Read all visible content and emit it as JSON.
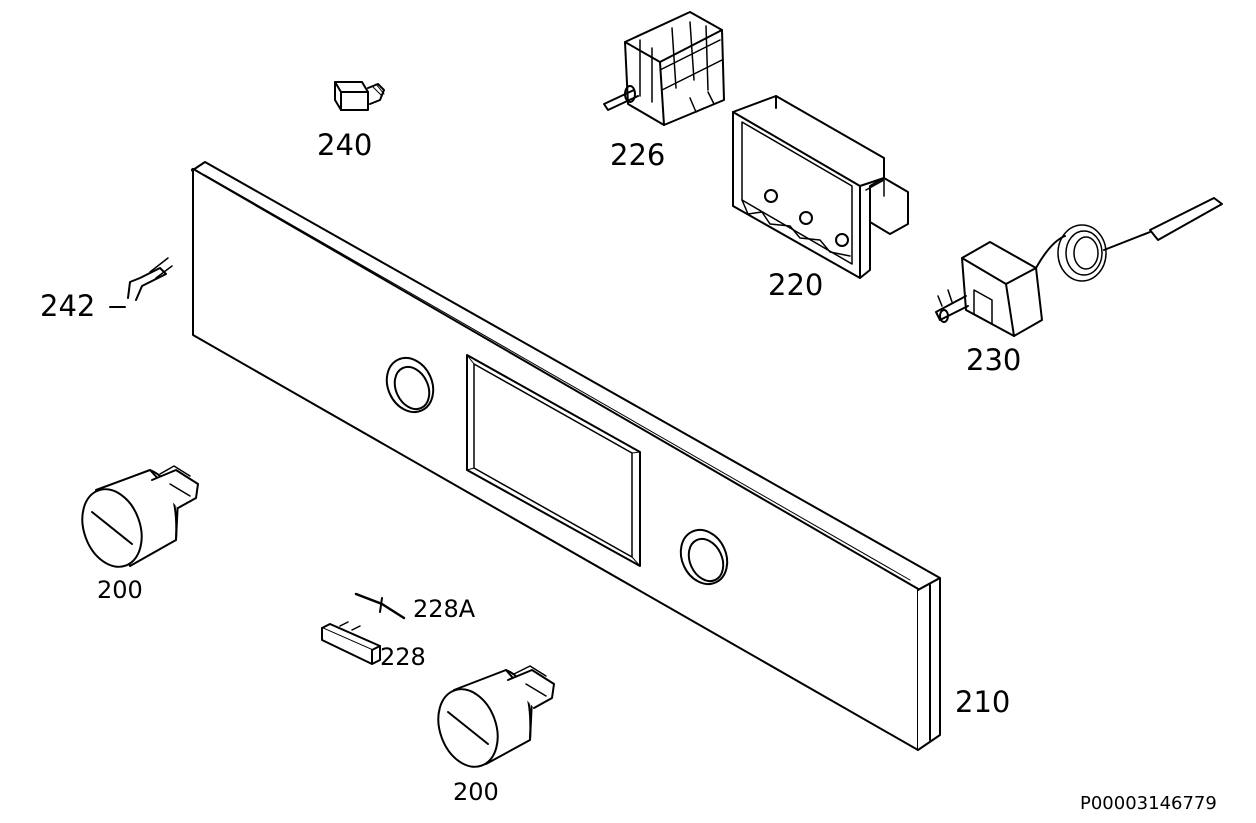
{
  "labels": {
    "p240": "240",
    "p226": "226",
    "p220": "220",
    "p230": "230",
    "p242": "242",
    "p210": "210",
    "p200_left": "200",
    "p200_bottom": "200",
    "p228A": "228A",
    "p228": "228"
  },
  "reference": "P00003146779",
  "colors": {
    "line": "#000000",
    "background": "#ffffff"
  }
}
